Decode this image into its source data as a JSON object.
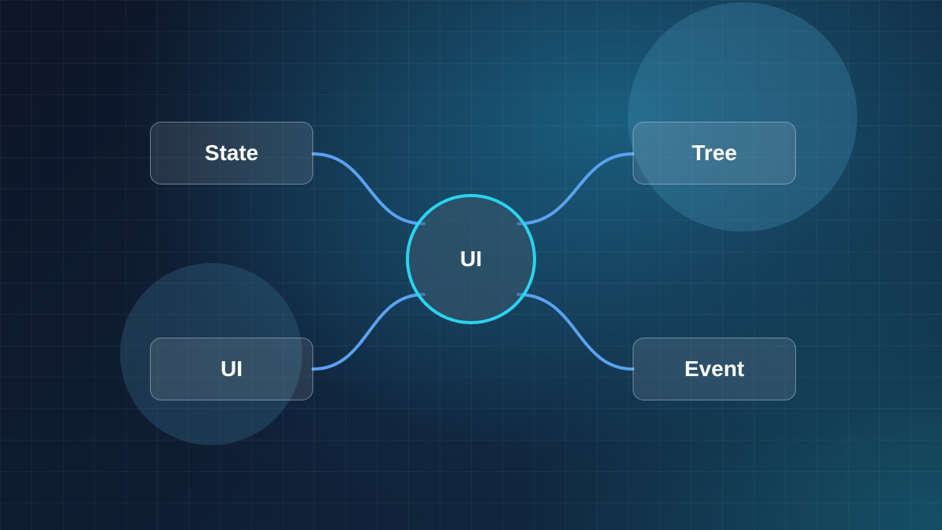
{
  "diagram": {
    "center": {
      "label": "UI"
    },
    "nodes": [
      {
        "id": "state",
        "label": "State"
      },
      {
        "id": "tree",
        "label": "Tree"
      },
      {
        "id": "ui",
        "label": "UI"
      },
      {
        "id": "event",
        "label": "Event"
      }
    ],
    "colors": {
      "connector": "#5aa2f0",
      "center_ring": "#2ad3ee",
      "node_text": "#ffffff"
    }
  }
}
